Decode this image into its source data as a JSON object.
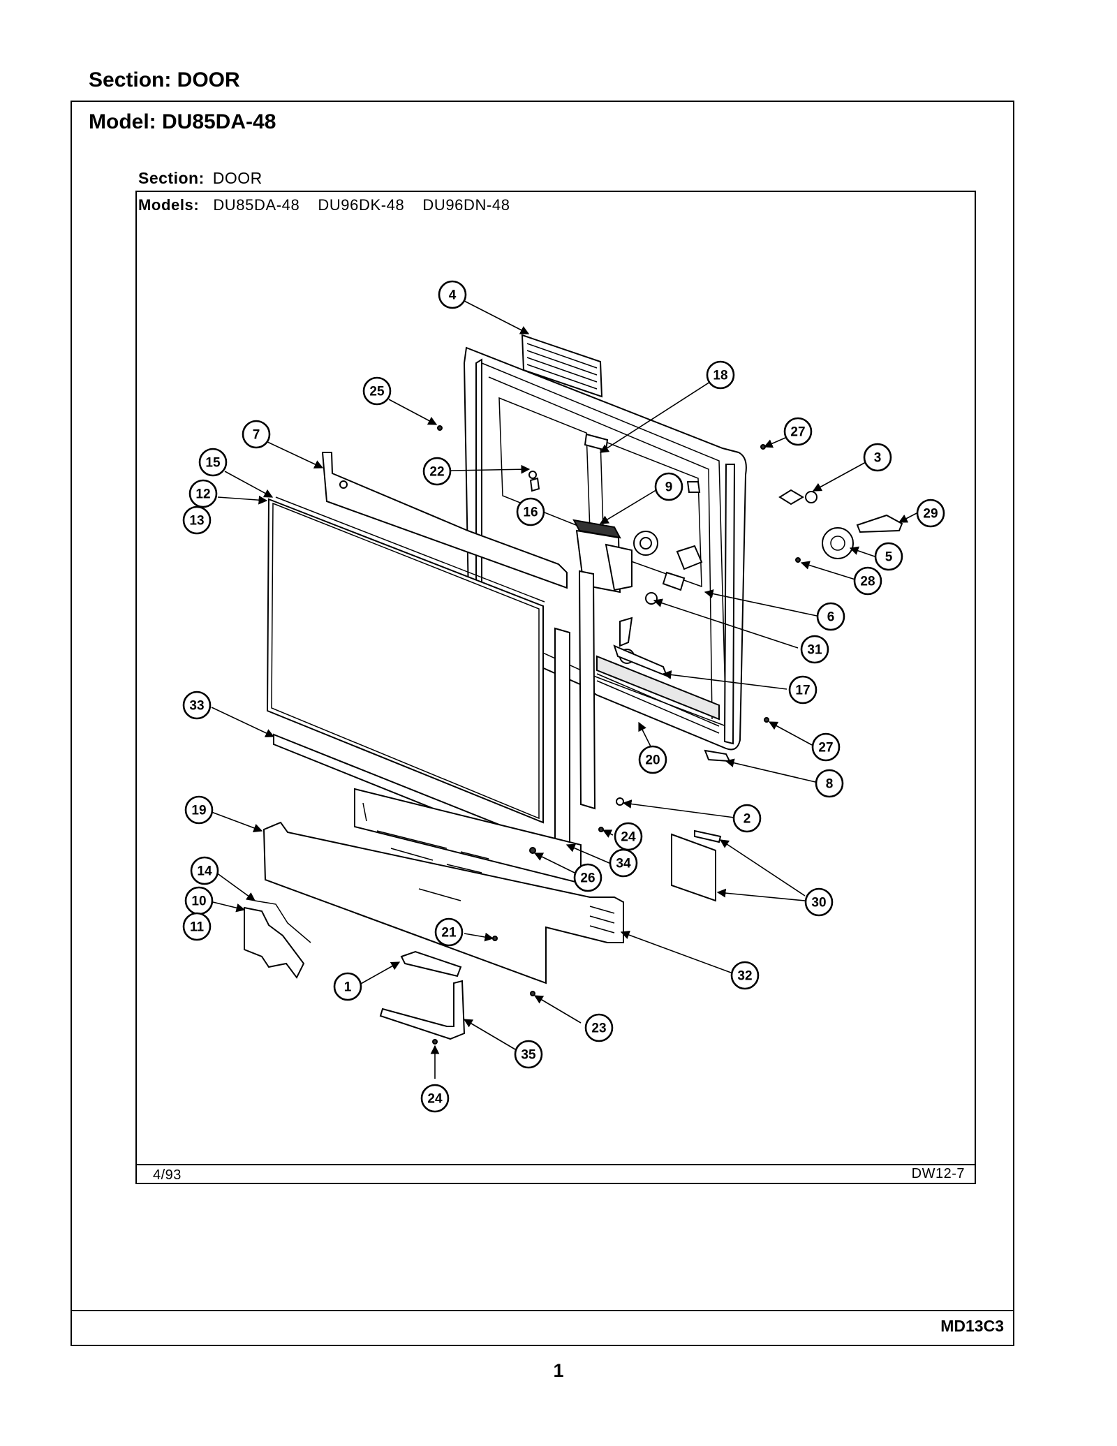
{
  "header": {
    "section_label": "Section:  DOOR",
    "model_label": "Model:  DU85DA-48"
  },
  "inner_sheet": {
    "section_label": "Section:",
    "section_value": "DOOR",
    "models_label": "Models:",
    "models": [
      "DU85DA-48",
      "DU96DK-48",
      "DU96DN-48"
    ],
    "date": "4/93",
    "sheet_code": "DW12-7"
  },
  "footer": {
    "doc_code": "MD13C3",
    "page_number": "1"
  },
  "callouts": [
    "4",
    "18",
    "25",
    "27",
    "3",
    "7",
    "15",
    "12",
    "13",
    "22",
    "16",
    "9",
    "29",
    "5",
    "28",
    "6",
    "31",
    "17",
    "33",
    "27",
    "20",
    "8",
    "19",
    "2",
    "24",
    "34",
    "26",
    "30",
    "14",
    "10",
    "11",
    "21",
    "32",
    "1",
    "23",
    "35",
    "24"
  ]
}
